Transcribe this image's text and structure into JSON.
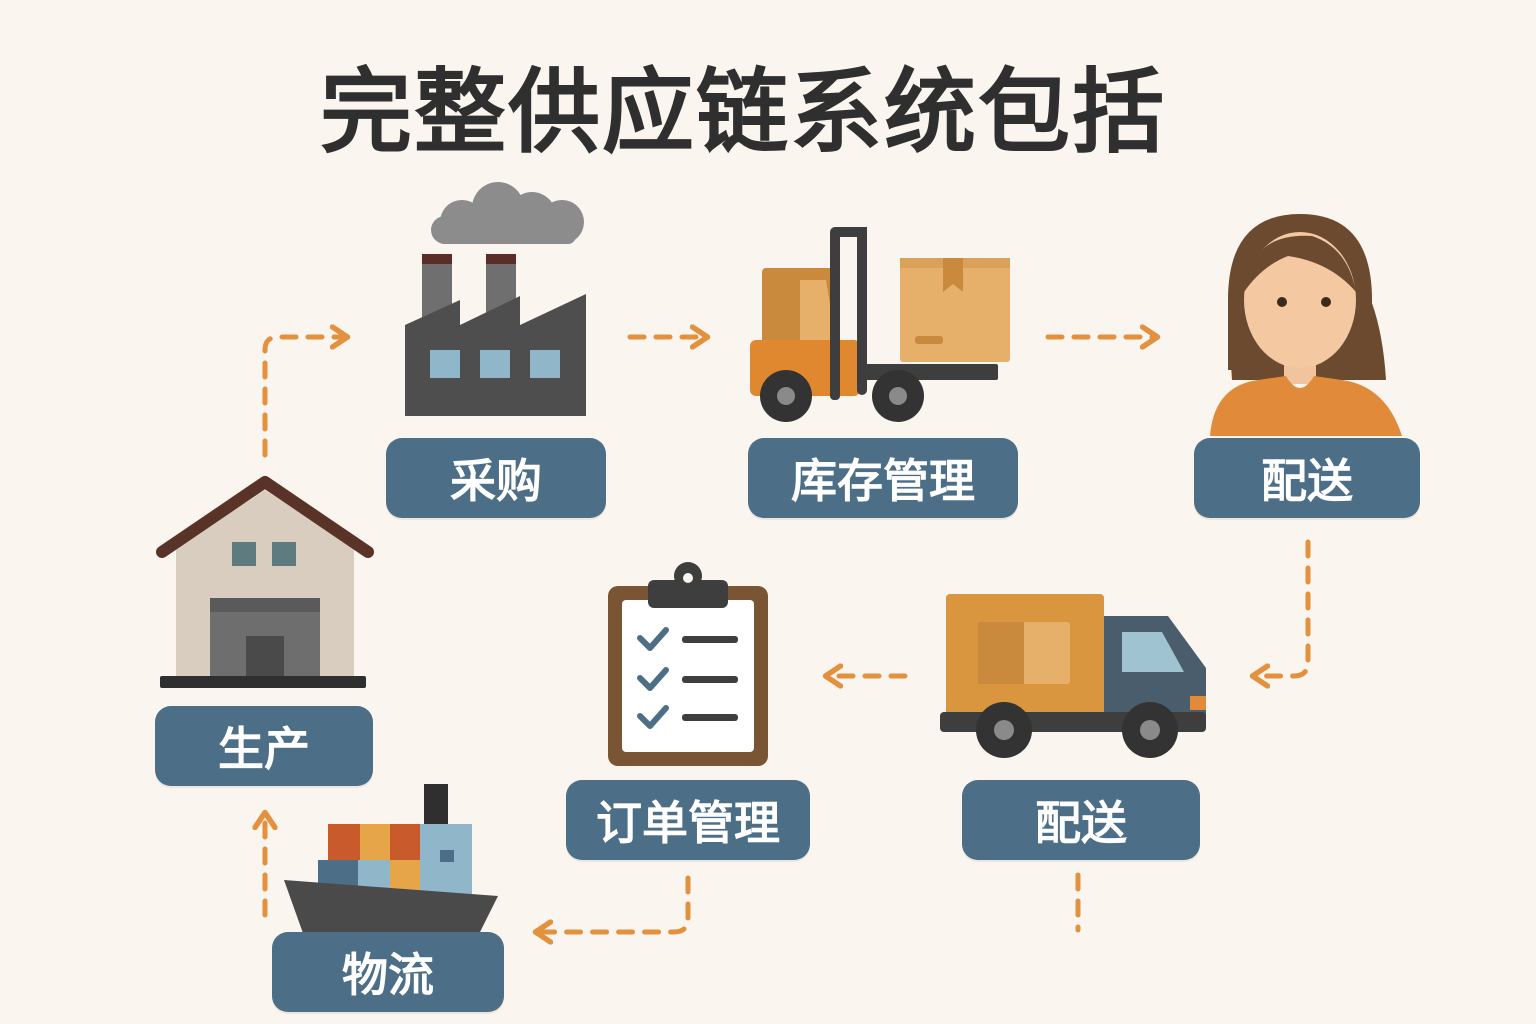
{
  "title": "完整供应链系统包括",
  "nodes": {
    "procurement": {
      "label": "采购",
      "icon": "factory-icon"
    },
    "inventory": {
      "label": "库存管理",
      "icon": "forklift-icon"
    },
    "delivery_top": {
      "label": "配送",
      "icon": "person-icon"
    },
    "delivery_bottom": {
      "label": "配送",
      "icon": "delivery-truck-icon"
    },
    "order": {
      "label": "订单管理",
      "icon": "clipboard-checklist-icon"
    },
    "logistics": {
      "label": "物流",
      "icon": "cargo-ship-icon"
    },
    "production": {
      "label": "生产",
      "icon": "warehouse-icon"
    }
  },
  "colors": {
    "background": "#FAF5EE",
    "label_bg": "#4C6E87",
    "arrow": "#E3913F",
    "title": "#2F2F2F"
  }
}
